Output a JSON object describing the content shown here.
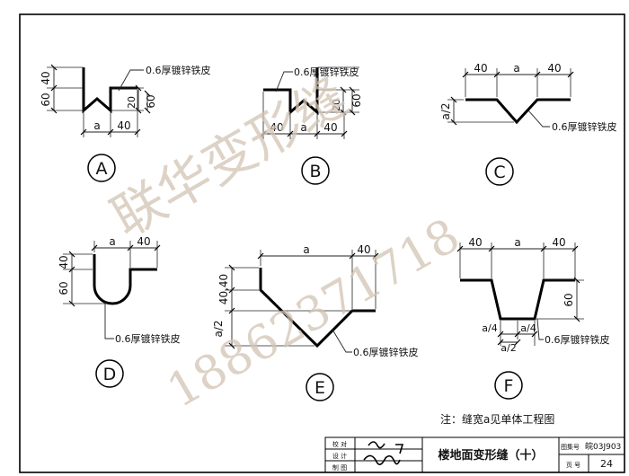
{
  "labels": {
    "A": "A",
    "B": "B",
    "C": "C",
    "D": "D",
    "E": "E",
    "F": "F"
  },
  "material": "0.6厚镀锌铁皮",
  "dims": {
    "d40": "40",
    "d60": "60",
    "d20": "20",
    "a": "a",
    "a_half": "a/2",
    "a_quarter": "a/4",
    "d40_40": "40,40"
  },
  "note": "注：缝宽a见单体工程图",
  "title_block": {
    "title": "楼地面变形缝（十）",
    "row1": "校 对",
    "row2": "设 计",
    "row3": "制 图",
    "atlas_label": "图集号",
    "atlas_no": "皖03J903",
    "page_label": "页 号",
    "page_no": "24"
  },
  "watermark": {
    "line1": "联华变形缝",
    "line2": "18862371718"
  }
}
